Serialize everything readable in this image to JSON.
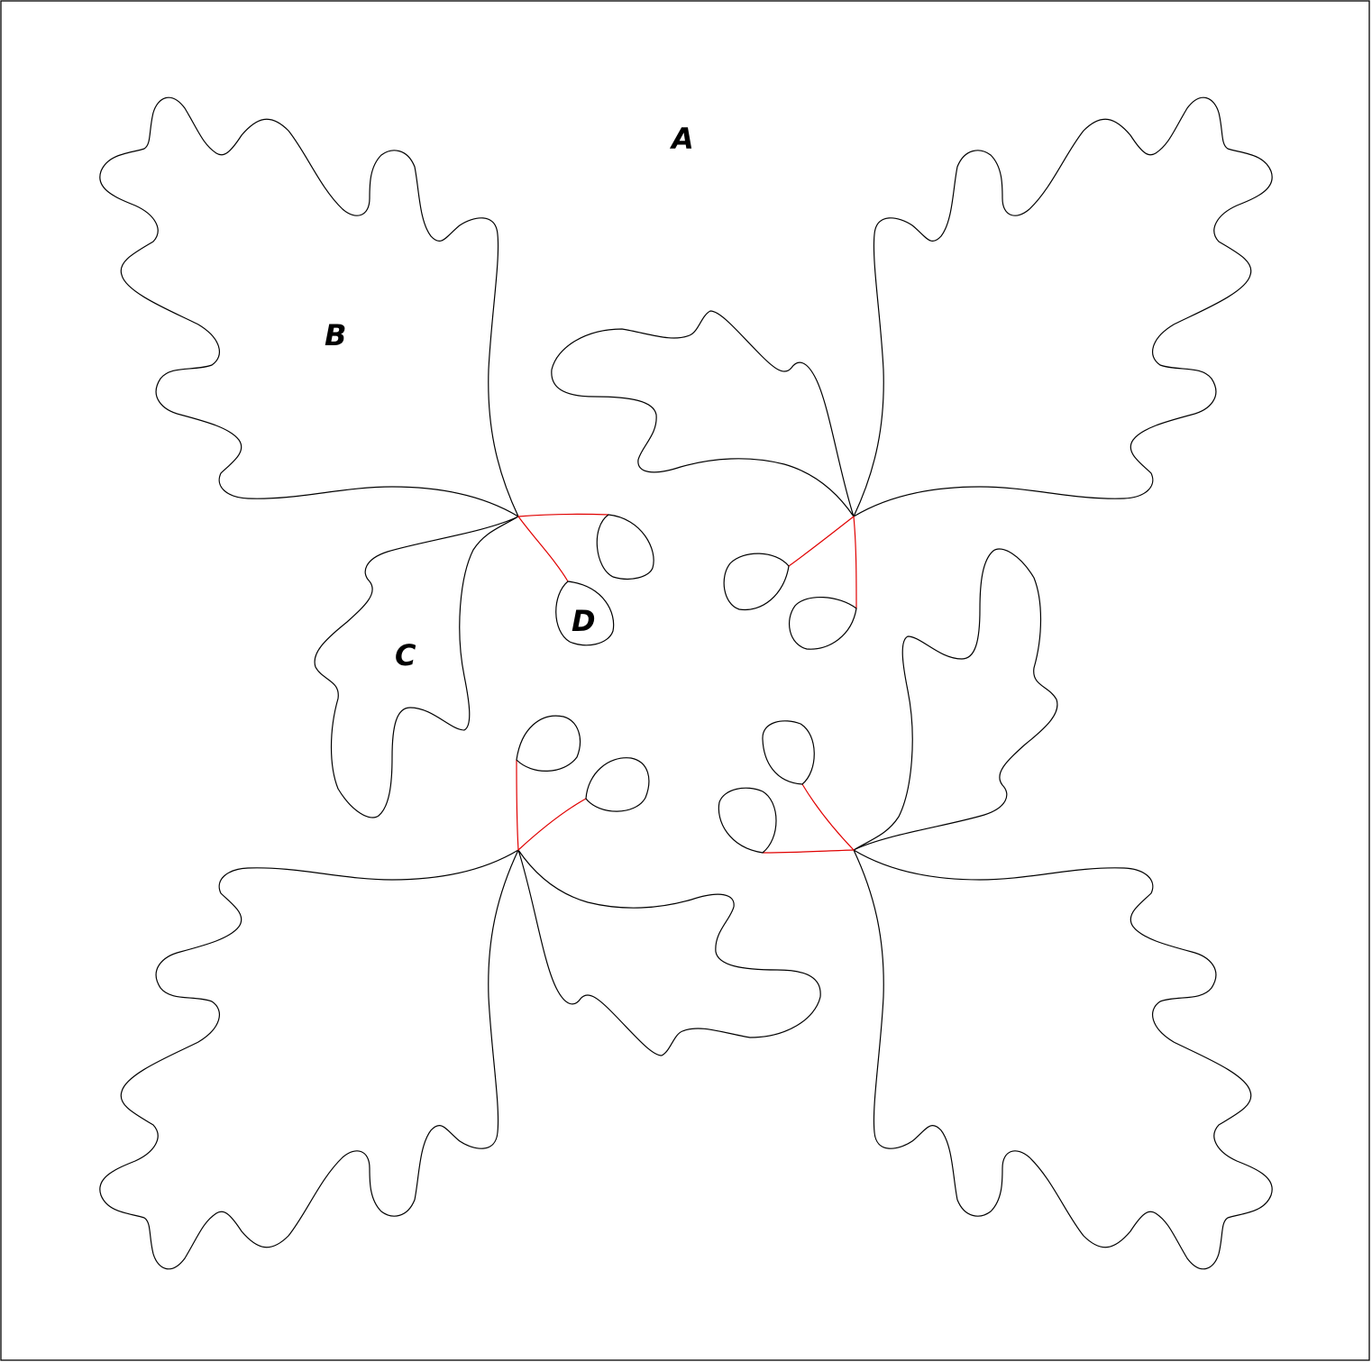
{
  "diagram": {
    "labels": {
      "a": "A",
      "b": "B",
      "c": "C",
      "d": "D"
    },
    "colors": {
      "background": "#ffffff",
      "outline": "#000000",
      "stem": "#e00000"
    }
  }
}
